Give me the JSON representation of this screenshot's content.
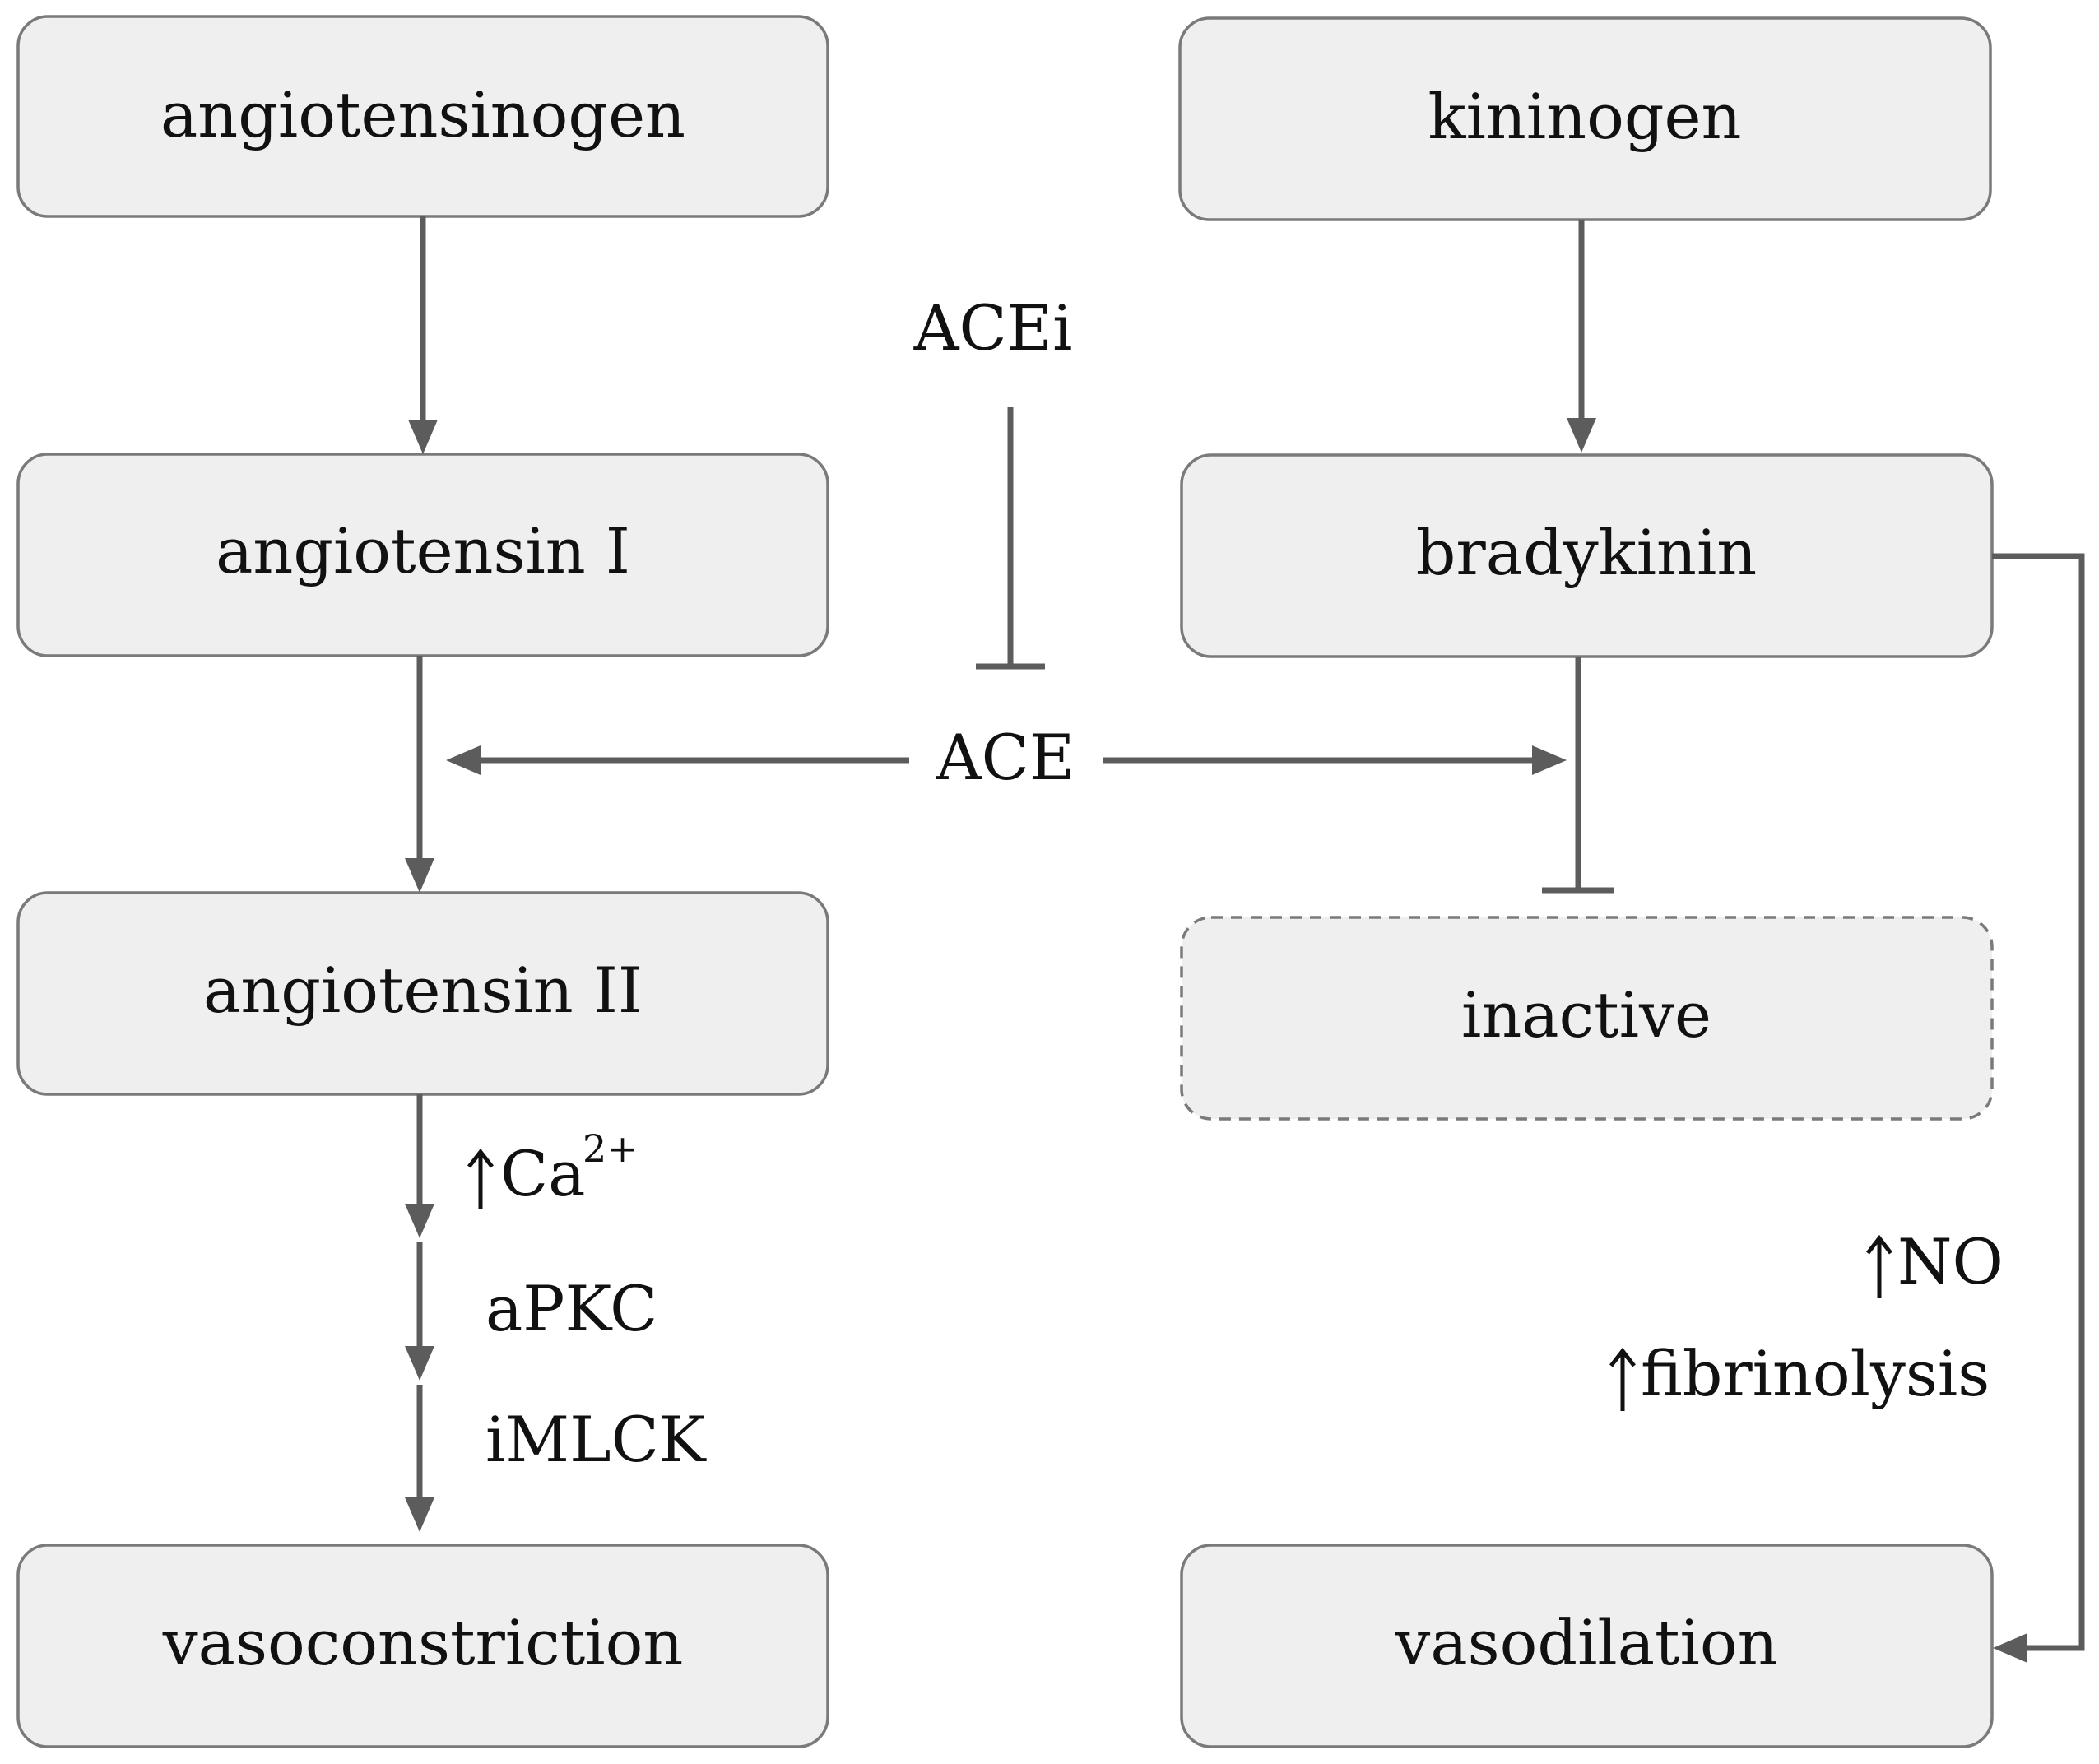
{
  "nodes": {
    "angiotensinogen": "angiotensinogen",
    "angiotensin_1": "angiotensin I",
    "angiotensin_2": "angiotensin II",
    "vasoconstriction": "vasoconstriction",
    "kininogen": "kininogen",
    "bradykinin": "bradykinin",
    "inactive": "inactive",
    "vasodilation": "vasodilation"
  },
  "labels": {
    "acei": "ACEi",
    "ace": "ACE",
    "ca": "Ca",
    "ca_sup": "2+",
    "apkc": "aPKC",
    "imlck": "iMLCK",
    "no": "NO",
    "fibrinolysis": "fibrinolysis"
  },
  "colors": {
    "box_fill": "#efefef",
    "box_stroke": "#7a7a7a",
    "edge": "#5c5c5c",
    "text": "#111111"
  }
}
